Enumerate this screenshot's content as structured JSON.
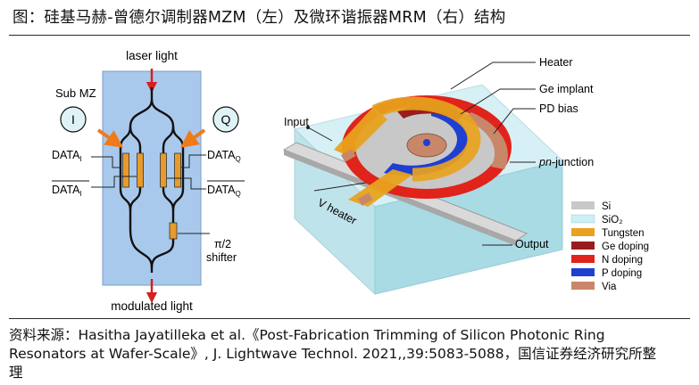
{
  "header": {
    "title": "图：硅基马赫-曾德尔调制器MZM（左）及微环谐振器MRM（右）结构"
  },
  "mzm": {
    "input_label": "laser light",
    "output_label": "modulated light",
    "sub_mz_label": "Sub MZ",
    "i_label": "I",
    "q_label": "Q",
    "data_i_label": "DATA",
    "data_i_sub": "I",
    "data_q_label": "DATA",
    "data_q_sub": "Q",
    "data_i_bar_label": "DATA",
    "data_i_bar_sub": "I",
    "data_q_bar_label": "DATA",
    "data_q_bar_sub": "Q",
    "shifter_label_line1": "π/2",
    "shifter_label_line2": "shifter"
  },
  "mrm": {
    "heater_label": "Heater",
    "ge_implant_label": "Ge implant",
    "pd_bias_label": "PD bias",
    "pn_junction_label": "pn-junction",
    "input_label": "Input",
    "output_label": "Output",
    "v_heater_label": "V heater"
  },
  "legend": [
    {
      "label": "Si",
      "color": "#c8c8c8"
    },
    {
      "label": "SiO₂",
      "color": "#cdeef3"
    },
    {
      "label": "Tungsten",
      "color": "#e8a21d"
    },
    {
      "label": "Ge doping",
      "color": "#9b1c1c"
    },
    {
      "label": "N doping",
      "color": "#e0231b"
    },
    {
      "label": "P doping",
      "color": "#1f3fd1"
    },
    {
      "label": "Via",
      "color": "#c9876a"
    }
  ],
  "footer": {
    "source": "资料来源：Hasitha Jayatilleka et al.《Post-Fabrication Trimming of Silicon Photonic Ring Resonators at Wafer-Scale》, J. Lightwave Technol. 2021,,39:5083-5088，国信证券经济研究所整理"
  }
}
